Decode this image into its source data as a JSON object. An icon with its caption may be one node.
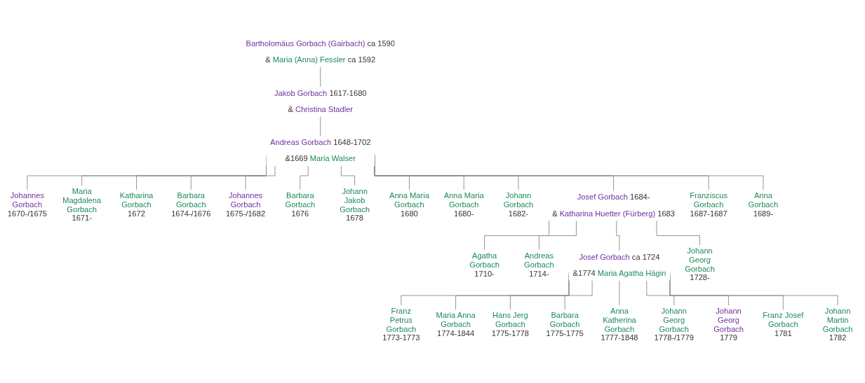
{
  "diagram": {
    "nodes": [
      {
        "text": [
          "Bartholomäus Gorbach (Gairbach) ca 1590",
          "& Maria (Anna) Fessler ca 1592"
        ]
      },
      {
        "text": [
          "Jakob Gorbach 1617-1680",
          "& Christina Stadler"
        ]
      },
      {
        "text": [
          "Andreas Gorbach 1648-1702",
          "&1669 Maria Walser"
        ]
      },
      {
        "text": [
          "Johannes Gorbach",
          "1670-/1675"
        ]
      },
      {
        "text": [
          "Maria Magdalena Gorbach",
          "1671-"
        ]
      },
      {
        "text": [
          "Katharina Gorbach",
          "1672"
        ]
      },
      {
        "text": [
          "Barbara Gorbach",
          "1674-/1676"
        ]
      },
      {
        "text": [
          "Johannes Gorbach",
          "1675-/1682"
        ]
      },
      {
        "text": [
          "Barbara Gorbach",
          "1676"
        ]
      },
      {
        "text": [
          "Johann Jakob Gorbach",
          "1678"
        ]
      },
      {
        "text": [
          "Anna Maria Gorbach",
          "1680"
        ]
      },
      {
        "text": [
          "Anna Maria Gorbach",
          "1680-"
        ]
      },
      {
        "text": [
          "Johann Gorbach",
          "1682-"
        ]
      },
      {
        "text": [
          "Josef Gorbach 1684-",
          "& Katharina Huetter (Fürberg) 1683"
        ]
      },
      {
        "text": [
          "Franziscus Gorbach",
          "1687-1687"
        ]
      },
      {
        "text": [
          "Anna Gorbach",
          "1689-"
        ]
      },
      {
        "text": [
          "Agatha Gorbach",
          "1710-"
        ]
      },
      {
        "text": [
          "Andreas Gorbach",
          "1714-"
        ]
      },
      {
        "text": [
          "Josef Gorbach ca 1724",
          "&1774 Maria Agatha Hägin"
        ]
      },
      {
        "text": [
          "Johann Georg Gorbach",
          "1728-"
        ]
      },
      {
        "text": [
          "Franz Petrus Gorbach",
          "1773-1773"
        ]
      },
      {
        "text": [
          "Maria Anna Gorbach",
          "1774-1844"
        ]
      },
      {
        "text": [
          "Hans Jerg Gorbach",
          "1775-1778"
        ]
      },
      {
        "text": [
          "Barbara Gorbach",
          "1775-1775"
        ]
      },
      {
        "text": [
          "Anna Katherina Gorbach",
          "1777-1848"
        ]
      },
      {
        "text": [
          "Johann Georg Gorbach",
          "1778-/1779"
        ]
      },
      {
        "text": [
          "Johann Georg Gorbach",
          "1779"
        ]
      },
      {
        "text": [
          "Franz Josef Gorbach",
          "1781"
        ]
      },
      {
        "text": [
          "Johann Martin Gorbach",
          "1782"
        ]
      }
    ],
    "edges": [
      {
        "from": 0,
        "to": 1,
        "arrow": "none"
      },
      {
        "from": 1,
        "to": 2,
        "arrow": "none"
      },
      {
        "from": 2,
        "to": 3,
        "arrow": "none"
      },
      {
        "from": 2,
        "to": 4,
        "arrow": "none"
      },
      {
        "from": 2,
        "to": 5,
        "arrow": "none"
      },
      {
        "from": 2,
        "to": 6,
        "arrow": "none"
      },
      {
        "from": 2,
        "to": 7,
        "arrow": "none"
      },
      {
        "from": 2,
        "to": 8,
        "arrow": "none"
      },
      {
        "from": 2,
        "to": 9,
        "arrow": "none"
      },
      {
        "from": 2,
        "to": 10,
        "arrow": "none"
      },
      {
        "from": 2,
        "to": 11,
        "arrow": "none"
      },
      {
        "from": 2,
        "to": 12,
        "arrow": "none"
      },
      {
        "from": 2,
        "to": 13,
        "arrow": "none"
      },
      {
        "from": 2,
        "to": 14,
        "arrow": "none"
      },
      {
        "from": 2,
        "to": 15,
        "arrow": "none"
      },
      {
        "from": 13,
        "to": 16,
        "arrow": "none"
      },
      {
        "from": 13,
        "to": 17,
        "arrow": "none"
      },
      {
        "from": 13,
        "to": 18,
        "arrow": "none"
      },
      {
        "from": 13,
        "to": 19,
        "arrow": "none"
      },
      {
        "from": 18,
        "to": 20,
        "arrow": "none"
      },
      {
        "from": 18,
        "to": 21,
        "arrow": "none"
      },
      {
        "from": 18,
        "to": 22,
        "arrow": "none"
      },
      {
        "from": 18,
        "to": 23,
        "arrow": "none"
      },
      {
        "from": 18,
        "to": 24,
        "arrow": "none"
      },
      {
        "from": 18,
        "to": 25,
        "arrow": "none"
      },
      {
        "from": 18,
        "to": 26,
        "arrow": "none"
      },
      {
        "from": 18,
        "to": 27,
        "arrow": "none"
      },
      {
        "from": 18,
        "to": 28,
        "arrow": "none"
      }
    ]
  }
}
